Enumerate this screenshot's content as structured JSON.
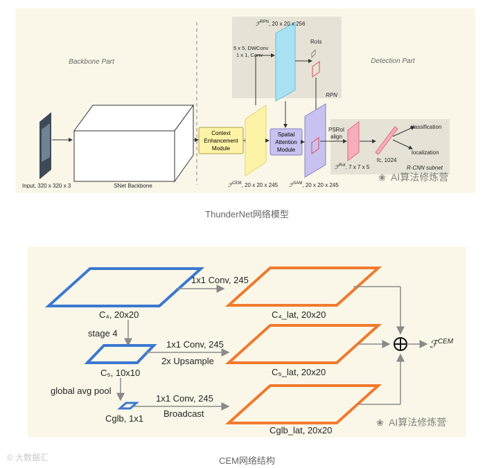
{
  "diagram1": {
    "backbone_part": "Backbone Part",
    "detection_part": "Detection Part",
    "input_label": "Input, 320 x 320 x 3",
    "backbone_label": "SNet Backbone",
    "cem_box": [
      "Context",
      "Enhancement",
      "Module"
    ],
    "sam_box": [
      "Spatial",
      "Attention",
      "Module"
    ],
    "f_rpn": "20 x 20 x 256",
    "dwconv": [
      "5 x 5, DWConv",
      "1 x 1, Conv"
    ],
    "rois": "RoIs",
    "rpn": "RPN",
    "f_cem": "20 x 20 x 245",
    "f_sam": "20 x 20 x 245",
    "psroi": [
      "PSRoI",
      "align"
    ],
    "f_roi": "7 x 7 x 5",
    "fc": "fc, 1024",
    "classification": "classification",
    "localization": "localization",
    "rcnn": "R-CNN subnet",
    "sup_rpn": "RPN",
    "sup_cem": "CEM",
    "sup_sam": "SAM",
    "sup_roi": "RoI",
    "watermark": "AI算法修炼营"
  },
  "caption1": "ThunderNet网络模型",
  "diagram2": {
    "c4": "C₄, 20x20",
    "c5": "C₅, 10x10",
    "cglb": "Cglb, 1x1",
    "stage4": "stage 4",
    "gap": "global avg pool",
    "conv1": "1x1 Conv, 245",
    "conv2": "1x1 Conv, 245",
    "upsample": "2x Upsample",
    "conv3": "1x1 Conv, 245",
    "broadcast": "Broadcast",
    "c4lat": "C₄_lat, 20x20",
    "c5lat": "C₅_lat, 20x20",
    "cglblat": "Cglb_lat, 20x20",
    "fcem_sup": "CEM",
    "watermark": "AI算法修炼营"
  },
  "caption2": "CEM网络结构",
  "bottom_watermark": "© 大数据汇",
  "colors": {
    "blue": "#3a78d0",
    "orange": "#f07a2e",
    "cem": "#fdf3a6",
    "rpn": "#a8e2f2",
    "sam": "#c8c2f0",
    "roi": "#f6aebb"
  }
}
